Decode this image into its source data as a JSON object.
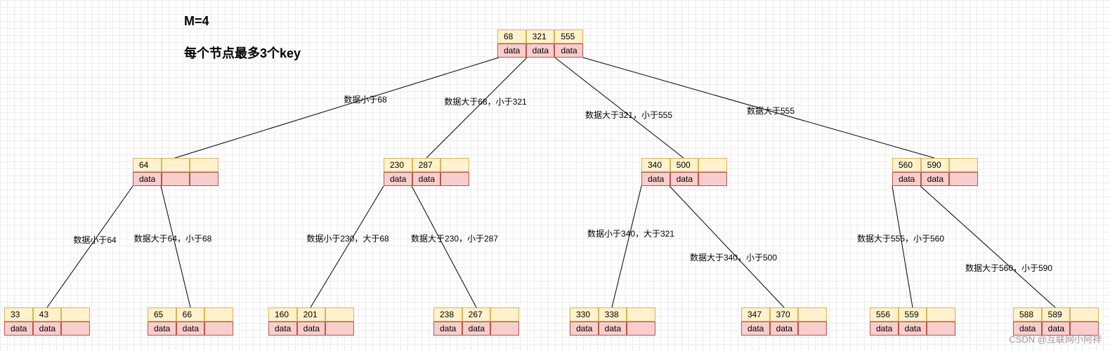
{
  "title": "M=4",
  "subtitle": "每个节点最多3个key",
  "nodes": {
    "root": {
      "keys": [
        "68",
        "321",
        "555"
      ],
      "data": [
        "data",
        "data",
        "data"
      ]
    },
    "n64": {
      "keys": [
        "64",
        "",
        ""
      ],
      "data": [
        "data",
        "",
        ""
      ]
    },
    "n230": {
      "keys": [
        "230",
        "287",
        ""
      ],
      "data": [
        "data",
        "data",
        ""
      ]
    },
    "n340": {
      "keys": [
        "340",
        "500",
        ""
      ],
      "data": [
        "data",
        "data",
        ""
      ]
    },
    "n560": {
      "keys": [
        "560",
        "590",
        ""
      ],
      "data": [
        "data",
        "data",
        ""
      ]
    },
    "l1": {
      "keys": [
        "33",
        "43",
        ""
      ],
      "data": [
        "data",
        "data",
        ""
      ]
    },
    "l2": {
      "keys": [
        "65",
        "66",
        ""
      ],
      "data": [
        "data",
        "data",
        ""
      ]
    },
    "l3": {
      "keys": [
        "160",
        "201",
        ""
      ],
      "data": [
        "data",
        "data",
        ""
      ]
    },
    "l4": {
      "keys": [
        "238",
        "267",
        ""
      ],
      "data": [
        "data",
        "data",
        ""
      ]
    },
    "l5": {
      "keys": [
        "330",
        "338",
        ""
      ],
      "data": [
        "data",
        "data",
        ""
      ]
    },
    "l6": {
      "keys": [
        "347",
        "370",
        ""
      ],
      "data": [
        "data",
        "data",
        ""
      ]
    },
    "l7": {
      "keys": [
        "556",
        "559",
        ""
      ],
      "data": [
        "data",
        "data",
        ""
      ]
    },
    "l8": {
      "keys": [
        "588",
        "589",
        ""
      ],
      "data": [
        "data",
        "data",
        ""
      ]
    }
  },
  "edge_labels": {
    "root_n64": "数据小于68",
    "root_n230": "数据大于68，小于321",
    "root_n340": "数据大于321，小于555",
    "root_n560": "数据大于555",
    "n64_l1": "数据小于64",
    "n64_l2": "数据大于64，小于68",
    "n230_l3": "数据小于230，大于68",
    "n230_l4": "数据大于230，小于287",
    "n340_l5": "数据小于340，大于321",
    "n340_l6": "数据大于340，小于500",
    "n560_l7": "数据大于555，小于560",
    "n560_l8": "数据大于560，小于590"
  },
  "watermark": "CSDN @互联网小阿祥"
}
